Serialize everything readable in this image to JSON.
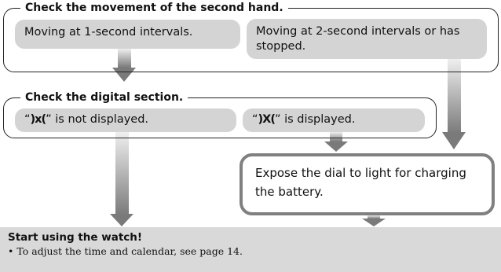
{
  "sections": {
    "second_hand": {
      "title": "Check the movement of the second hand.",
      "option_1": "Moving at 1-second intervals.",
      "option_2": "Moving at 2-second intervals or has stopped."
    },
    "digital": {
      "title": "Check the digital section.",
      "option_1": {
        "quote_open": "“",
        "symbol": ")x(",
        "quote_close": "”",
        "text": " is not displayed."
      },
      "option_2": {
        "quote_open": "“",
        "symbol": ")X(",
        "quote_close": "”",
        "text": " is displayed."
      }
    }
  },
  "charge_box": {
    "text": "Expose the dial to light for charging the battery."
  },
  "start_box": {
    "title": "Start using the watch!",
    "note": "• To adjust the time and calendar, see page 14."
  },
  "colors": {
    "pill": "#d4d4d4",
    "arrow_dark": "#7a7a7a",
    "charge_border": "#808080",
    "start_fill": "#d9d9d9"
  }
}
